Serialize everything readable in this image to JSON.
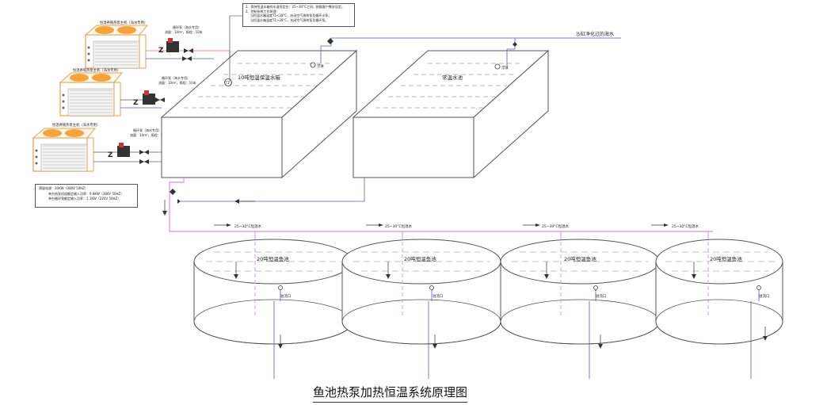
{
  "caption": "鱼池热泵加热恒温系统原理图",
  "notes": [
    "1、保持恒温水箱的水温恒定在：25~30°C之间，根据客户需求设定。",
    "2、控制系统工作原理：",
    "当恒温水箱温度T1<28°C，启动空气源热泵及循环水泵；",
    "当恒温水箱温度T1>28°C，关闭空气源热泵及循环泵。"
  ],
  "specs": [
    "预留电源：30KW（380V 50HZ）",
    "单台热泵机组额定输入功率：9.8KW（380V 50HZ）",
    "单台循环泵额定输入功率：1.1KW（220V 50HZ）"
  ],
  "heat_pumps": [
    {
      "title": "恒温养殖热泵主机（海水专用）",
      "pump_label": "循环泵（海水专用）",
      "pump_spec": "流量：10m³，扬程：10米"
    },
    {
      "title": "恒温养殖热泵主机（海水专用）",
      "pump_label": "循环泵（海水专用）",
      "pump_spec": "流量：10m³，扬程：10米"
    },
    {
      "title": "恒温养殖热泵主机（海水专用）",
      "pump_label": "循环泵（海水专用）",
      "pump_spec": "流量：10m³，扬程：10米"
    }
  ],
  "tanks": {
    "constant_temp_tank": "10吨恒温保温水箱",
    "normal_tank": "常温水池",
    "float_ball": "浮球",
    "sea_water_in": "沙缸净化过的海水",
    "sensor": "T1"
  },
  "supply_labels": [
    "25~30°C恒温水",
    "25~30°C恒温水",
    "25~30°C恒温水",
    "25~30°C恒温水"
  ],
  "fish_ponds": [
    {
      "label": "20吨恒温鱼池",
      "drain": "溢流口"
    },
    {
      "label": "20吨恒温鱼池",
      "drain": "溢流口"
    },
    {
      "label": "20吨恒温鱼池",
      "drain": "溢流口"
    },
    {
      "label": "20吨恒温鱼池",
      "drain": "溢流口"
    }
  ],
  "colors": {
    "hot_pipe": "#d890e6",
    "cold_pipe": "#5a5ad0",
    "hot_return": "#e07070",
    "fan_orange": "#f6a43a",
    "unit_outline": "#e6a24a",
    "line": "#555555"
  }
}
